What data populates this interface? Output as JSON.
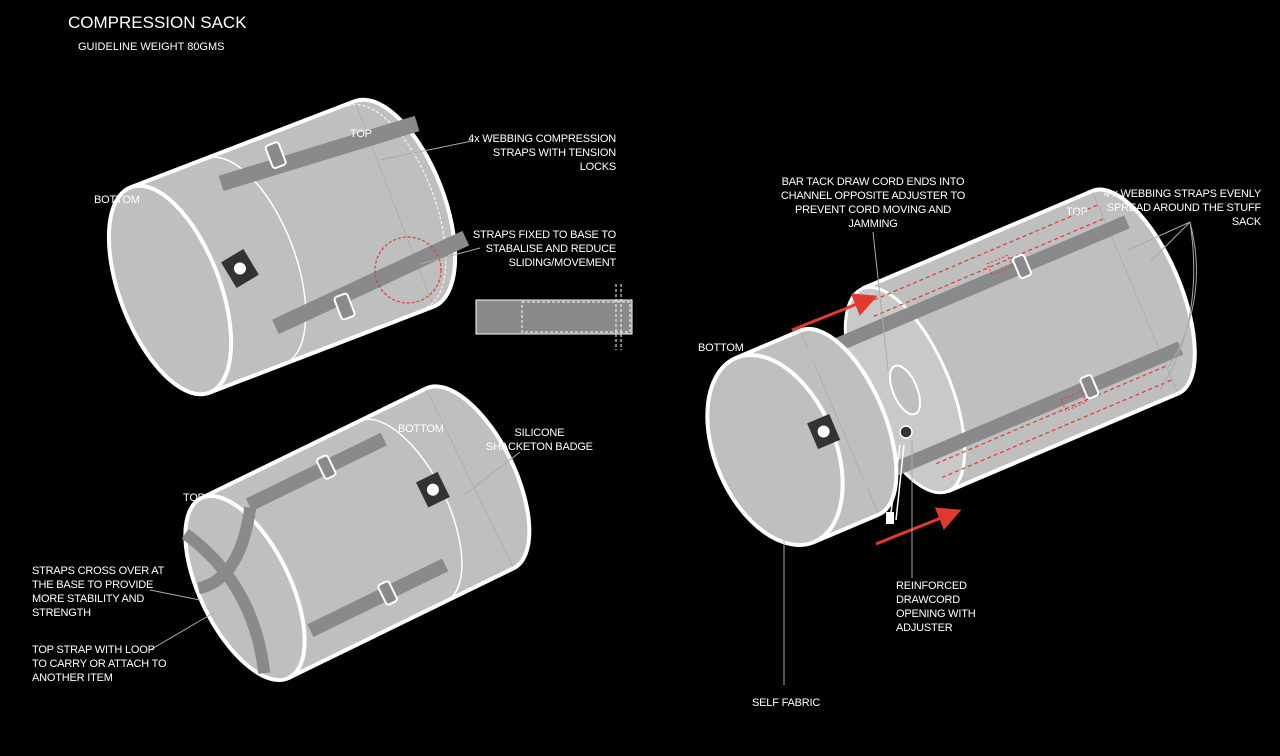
{
  "header": {
    "title": "COMPRESSION SACK",
    "subtitle": "GUIDELINE WEIGHT 80GMS"
  },
  "sack_1": {
    "top_label": "TOP",
    "bottom_label": "BOTTOM",
    "callout_straps": [
      "4x WEBBING COMPRESSION",
      "STRAPS WITH TENSION",
      "LOCKS"
    ],
    "callout_fixed": [
      "STRAPS FIXED TO BASE TO",
      "STABALISE AND REDUCE",
      "SLIDING/MOVEMENT"
    ]
  },
  "sack_2": {
    "bottom_label": "BOTTOM",
    "top_label": "TOP",
    "callout_badge": [
      "SILICONE",
      "SHACKETON BADGE"
    ],
    "callout_cross": [
      "STRAPS CROSS OVER AT",
      "THE BASE TO PROVIDE",
      "MORE STABILITY AND",
      "STRENGTH"
    ],
    "callout_loop": [
      "TOP STRAP WITH LOOP",
      "TO CARRY OR ATTACH TO",
      "ANOTHER ITEM"
    ]
  },
  "sack_3": {
    "top_label": "TOP",
    "bottom_label": "BOTTOM",
    "callout_bartack": [
      "BAR TACK DRAW CORD ENDS INTO",
      "CHANNEL OPPOSITE ADJUSTER TO",
      "PREVENT CORD MOVING AND",
      "JAMMING"
    ],
    "callout_webbing": [
      "4 x WEBBING STRAPS EVENLY",
      "SPREAD AROUND THE STUFF",
      "SACK"
    ],
    "callout_drawcord": [
      "REINFORCED",
      "DRAWCORD",
      "OPENING WITH",
      "ADJUSTER"
    ],
    "callout_fabric": "SELF FABRIC"
  },
  "colors": {
    "background": "#000000",
    "fabric": "#bfbfc0",
    "strap": "#8a8a8c",
    "accent_red": "#e03a2f",
    "outline": "#ffffff"
  }
}
